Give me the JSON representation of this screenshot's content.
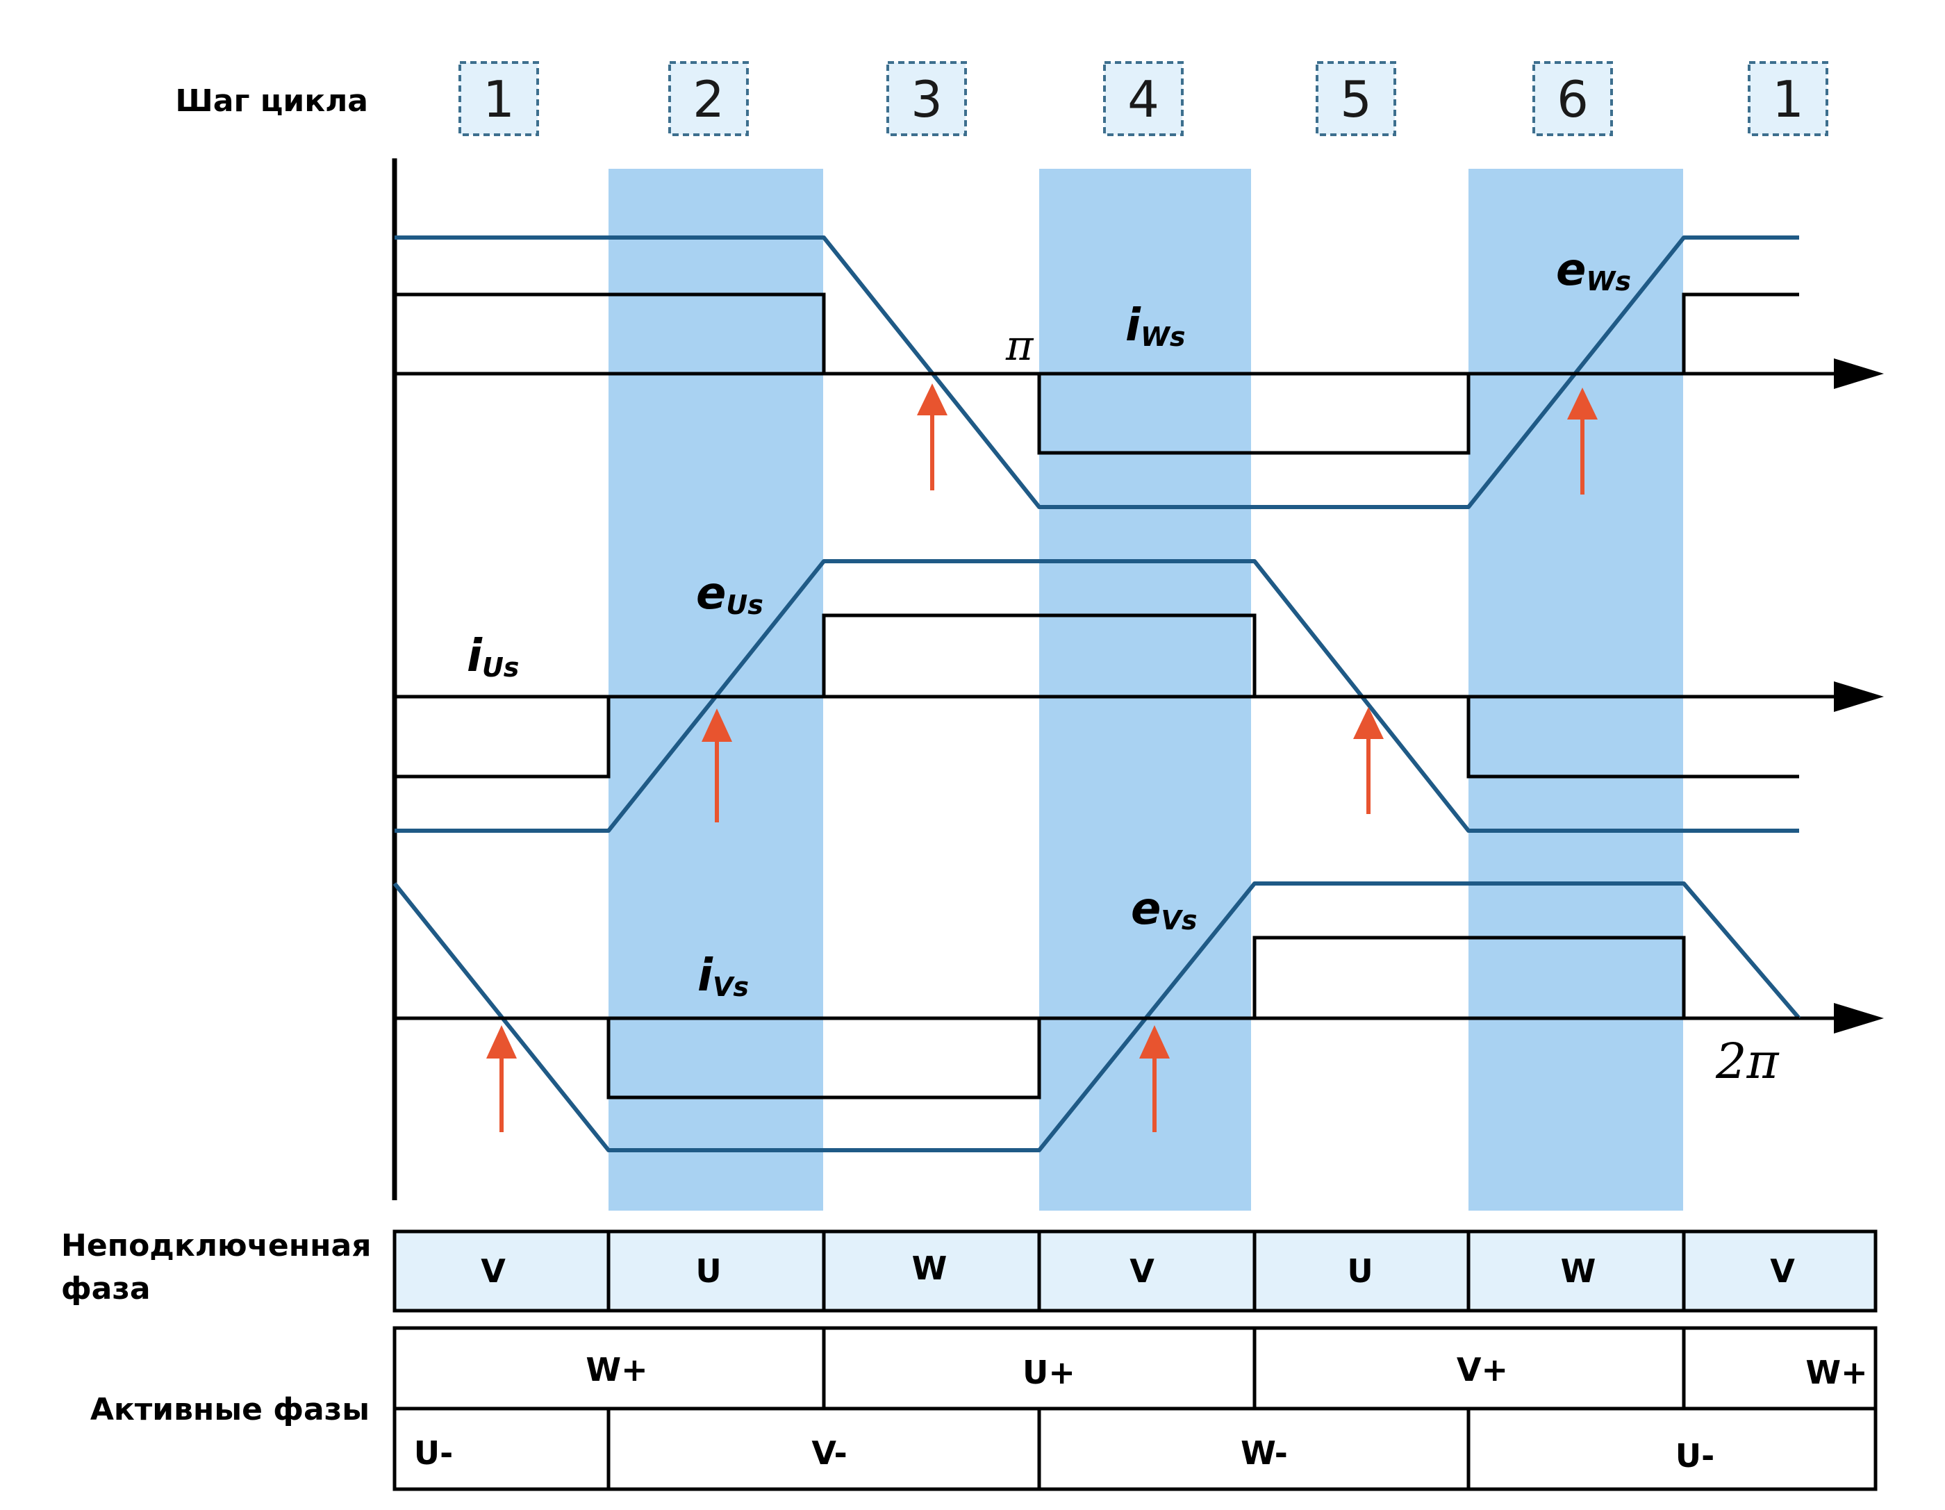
{
  "header": {
    "step_label": "Шаг цикла"
  },
  "steps": [
    "1",
    "2",
    "3",
    "4",
    "5",
    "6",
    "1"
  ],
  "phases": [
    {
      "i_main": "i",
      "i_sub": "Ws",
      "e_main": "e",
      "e_sub": "Ws",
      "marker": "π"
    },
    {
      "i_main": "i",
      "i_sub": "Us",
      "e_main": "e",
      "e_sub": "Us",
      "marker": ""
    },
    {
      "i_main": "i",
      "i_sub": "Vs",
      "e_main": "e",
      "e_sub": "Vs",
      "marker": "2π"
    }
  ],
  "unconnected": {
    "label_line1": "Неподключенная",
    "label_line2": "фаза",
    "cells": [
      "V",
      "U",
      "W",
      "V",
      "U",
      "W",
      "V"
    ]
  },
  "active": {
    "label": "Активные фазы",
    "top": [
      "W+",
      "U+",
      "V+",
      "W+"
    ],
    "bottom": [
      "U-",
      "V-",
      "W-",
      "U-"
    ]
  },
  "colors": {
    "shading": "#a9d2f2",
    "box_fill": "#e2f1fb",
    "box_border": "#3d6f8e",
    "emf_line": "#1f5a86",
    "current_line": "#000000",
    "arrow": "#e8542f"
  }
}
